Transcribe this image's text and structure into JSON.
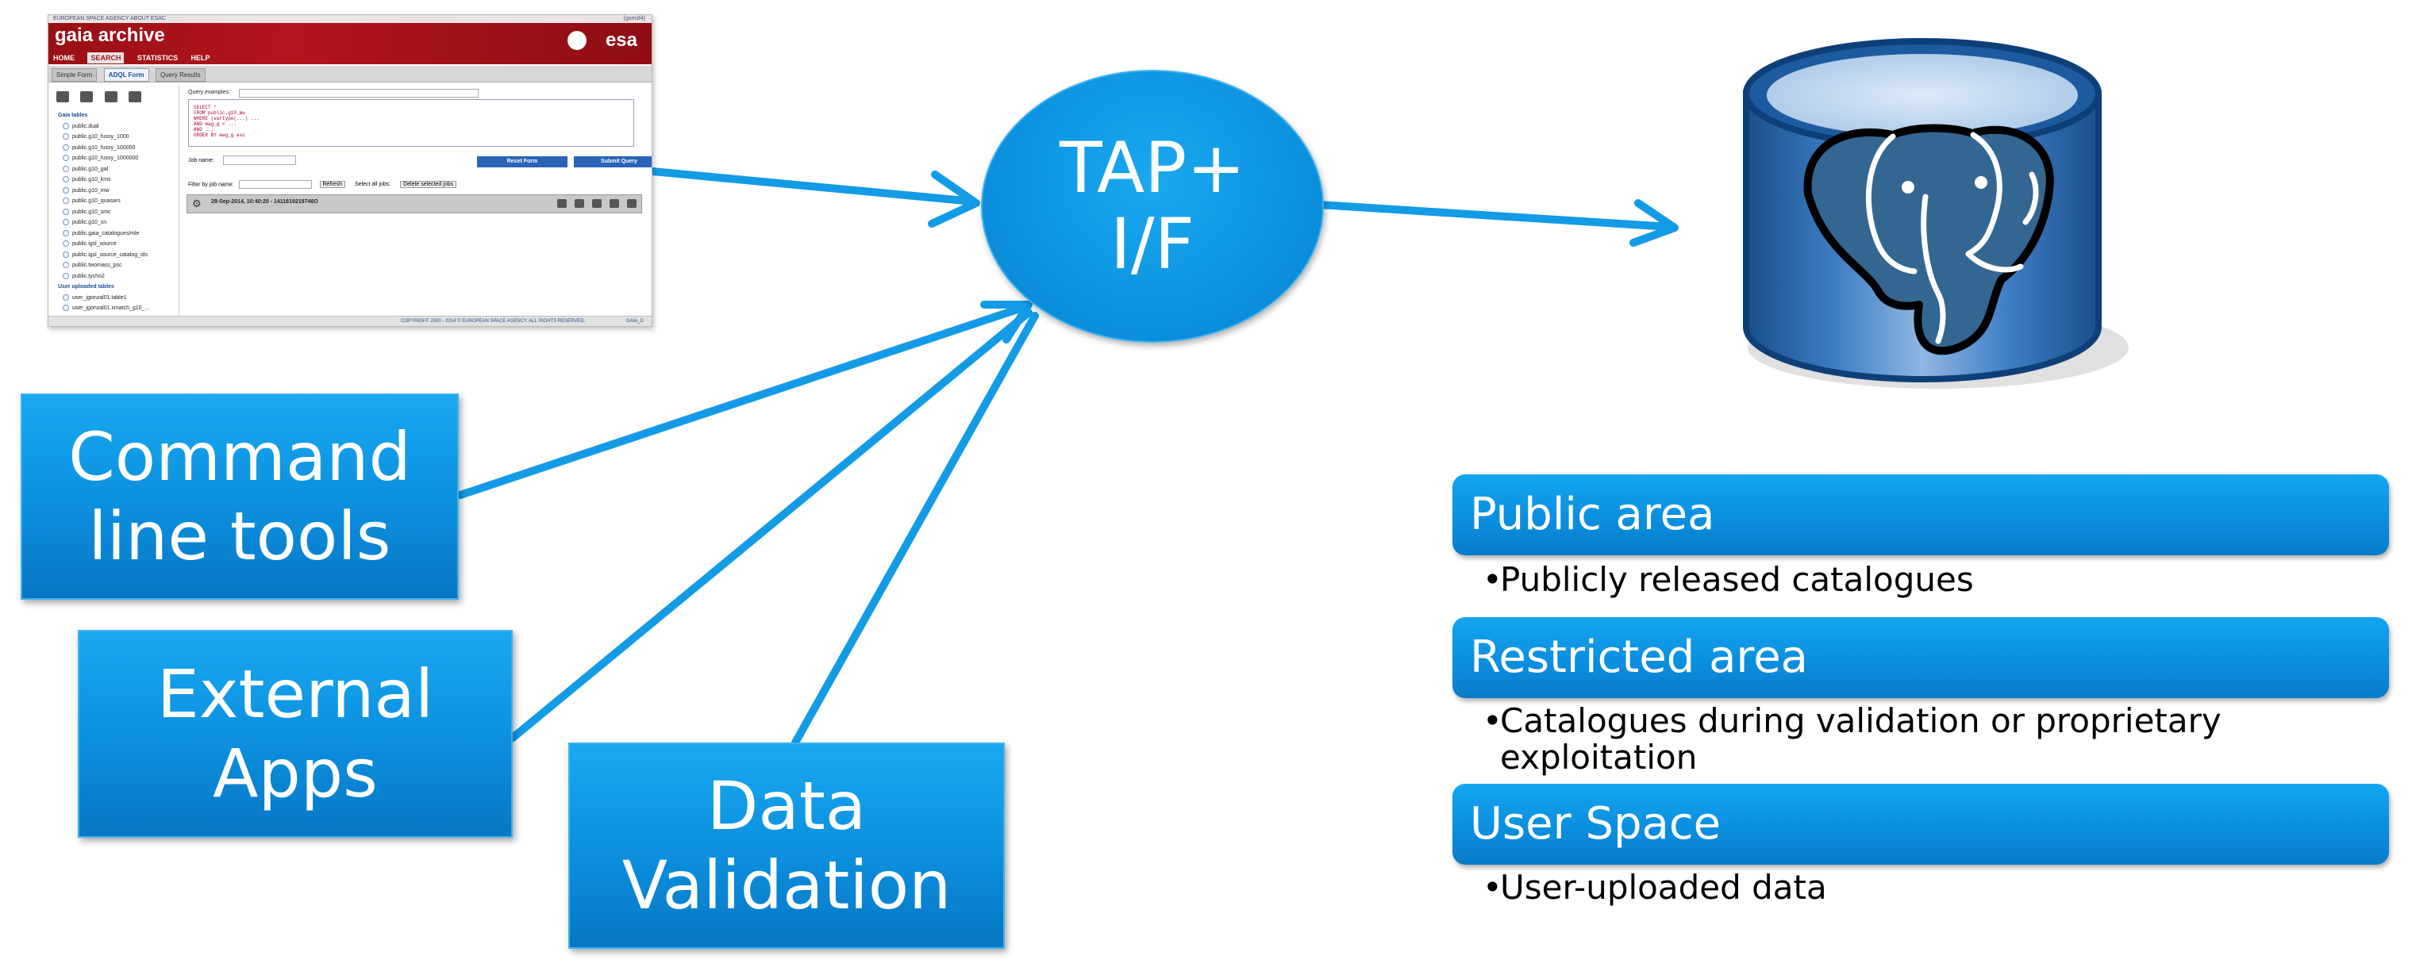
{
  "screenshot": {
    "topbar_left": "EUROPEAN SPACE AGENCY   ABOUT ESAC",
    "topbar_right": "(gsmsf4)",
    "brand": "gaia archive",
    "esa_logo": "esa",
    "menu": [
      "HOME",
      "SEARCH",
      "STATISTICS",
      "HELP"
    ],
    "active_menu": "SEARCH",
    "tabs": [
      "Simple Form",
      "ADQL Form",
      "Query Results"
    ],
    "active_tab": "ADQL Form",
    "toolbar_icons": [
      "upload-icon",
      "folder-icon",
      "database-icon",
      "settings-icon"
    ],
    "tree_sections": [
      {
        "title": "Gaia tables",
        "items": [
          "public.dual",
          "public.g10_fussy_1000",
          "public.g10_fussy_100000",
          "public.g10_fussy_1000000",
          "public.g10_gal",
          "public.g10_kms",
          "public.g10_mw",
          "public.g10_quasars",
          "public.g10_smc",
          "public.g10_sn",
          "public.gaia_catalogues/mle",
          "public.igsl_source",
          "public.igsl_source_catalog_ids",
          "public.twomass_psc",
          "public.tycho2"
        ]
      },
      {
        "title": "User uploaded tables",
        "items": [
          "user_jgonzal01.table1",
          "user_jgonzal01.xmatch_g10_..."
        ]
      }
    ],
    "query_label": "Query examples:",
    "query_lines": [
      "SELECT *",
      "FROM public.g10_mw",
      "WHERE (vartype(...) ...",
      "AND mag_g < ...",
      "AND ...",
      "ORDER BY mag_g asc"
    ],
    "job_name_label": "Job name:",
    "reset_button": "Reset Form",
    "submit_button": "Submit Query",
    "filter_label": "Filter by job name:",
    "refresh_button": "Refresh",
    "select_all_label": "Select all jobs:",
    "delete_button": "Delete selected jobs",
    "job_row_text": "29-Sep-2014, 10:40:20 - 1411619219746O",
    "footer": "COPYRIGHT 2000 - 2014 © EUROPEAN SPACE AGENCY. ALL RIGHTS RESERVED.",
    "footer_right": "GAIA_D"
  },
  "diagram": {
    "tap_line1": "TAP+",
    "tap_line2": "I/F",
    "command_line_tools": [
      "Command",
      "line tools"
    ],
    "external_apps": [
      "External",
      "Apps"
    ],
    "data_validation": [
      "Data",
      "Validation"
    ],
    "database_icon": "postgresql-elephant-database-icon"
  },
  "areas": [
    {
      "title": "Public area",
      "desc_lines": [
        "Publicly released catalogues"
      ]
    },
    {
      "title": "Restricted area",
      "desc_lines": [
        "Catalogues during validation or proprietary",
        "exploitation"
      ]
    },
    {
      "title": "User Space",
      "desc_lines": [
        "User-uploaded data"
      ]
    }
  ],
  "colors": {
    "box_blue": "#0b8fde",
    "arrow_blue": "#139be6",
    "banner_red": "#b3151d",
    "db_blue": "#1e63a8"
  }
}
